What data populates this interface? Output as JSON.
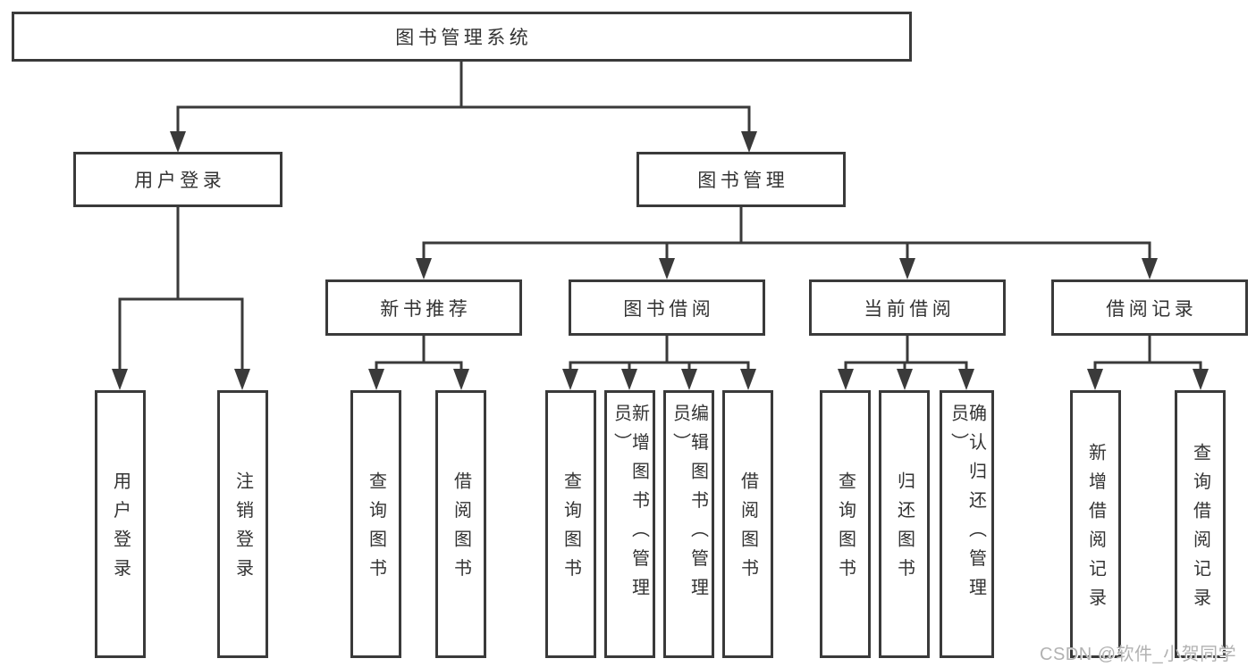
{
  "diagram": {
    "root": {
      "label": "图书管理系统"
    },
    "branches": [
      {
        "label": "用户登录",
        "children": [
          {
            "label": "用户登录"
          },
          {
            "label": "注销登录"
          }
        ]
      },
      {
        "label": "图书管理",
        "children": [
          {
            "label": "新书推荐",
            "children": [
              {
                "label": "查询图书"
              },
              {
                "label": "借阅图书"
              }
            ]
          },
          {
            "label": "图书借阅",
            "children": [
              {
                "label": "查询图书"
              },
              {
                "label": "新增图书（管理员）"
              },
              {
                "label": "编辑图书（管理员）"
              },
              {
                "label": "借阅图书"
              }
            ]
          },
          {
            "label": "当前借阅",
            "children": [
              {
                "label": "查询图书"
              },
              {
                "label": "归还图书"
              },
              {
                "label": "确认归还（管理员）"
              }
            ]
          },
          {
            "label": "借阅记录",
            "children": [
              {
                "label": "新增借阅记录"
              },
              {
                "label": "查询借阅记录"
              }
            ]
          }
        ]
      }
    ]
  },
  "watermark": {
    "text": "CSDN @软件_小贺同学"
  },
  "colors": {
    "line": "#3a3a3a",
    "text": "#333333",
    "box_background": "#ffffff",
    "watermark_text": "#b2b2b2"
  }
}
